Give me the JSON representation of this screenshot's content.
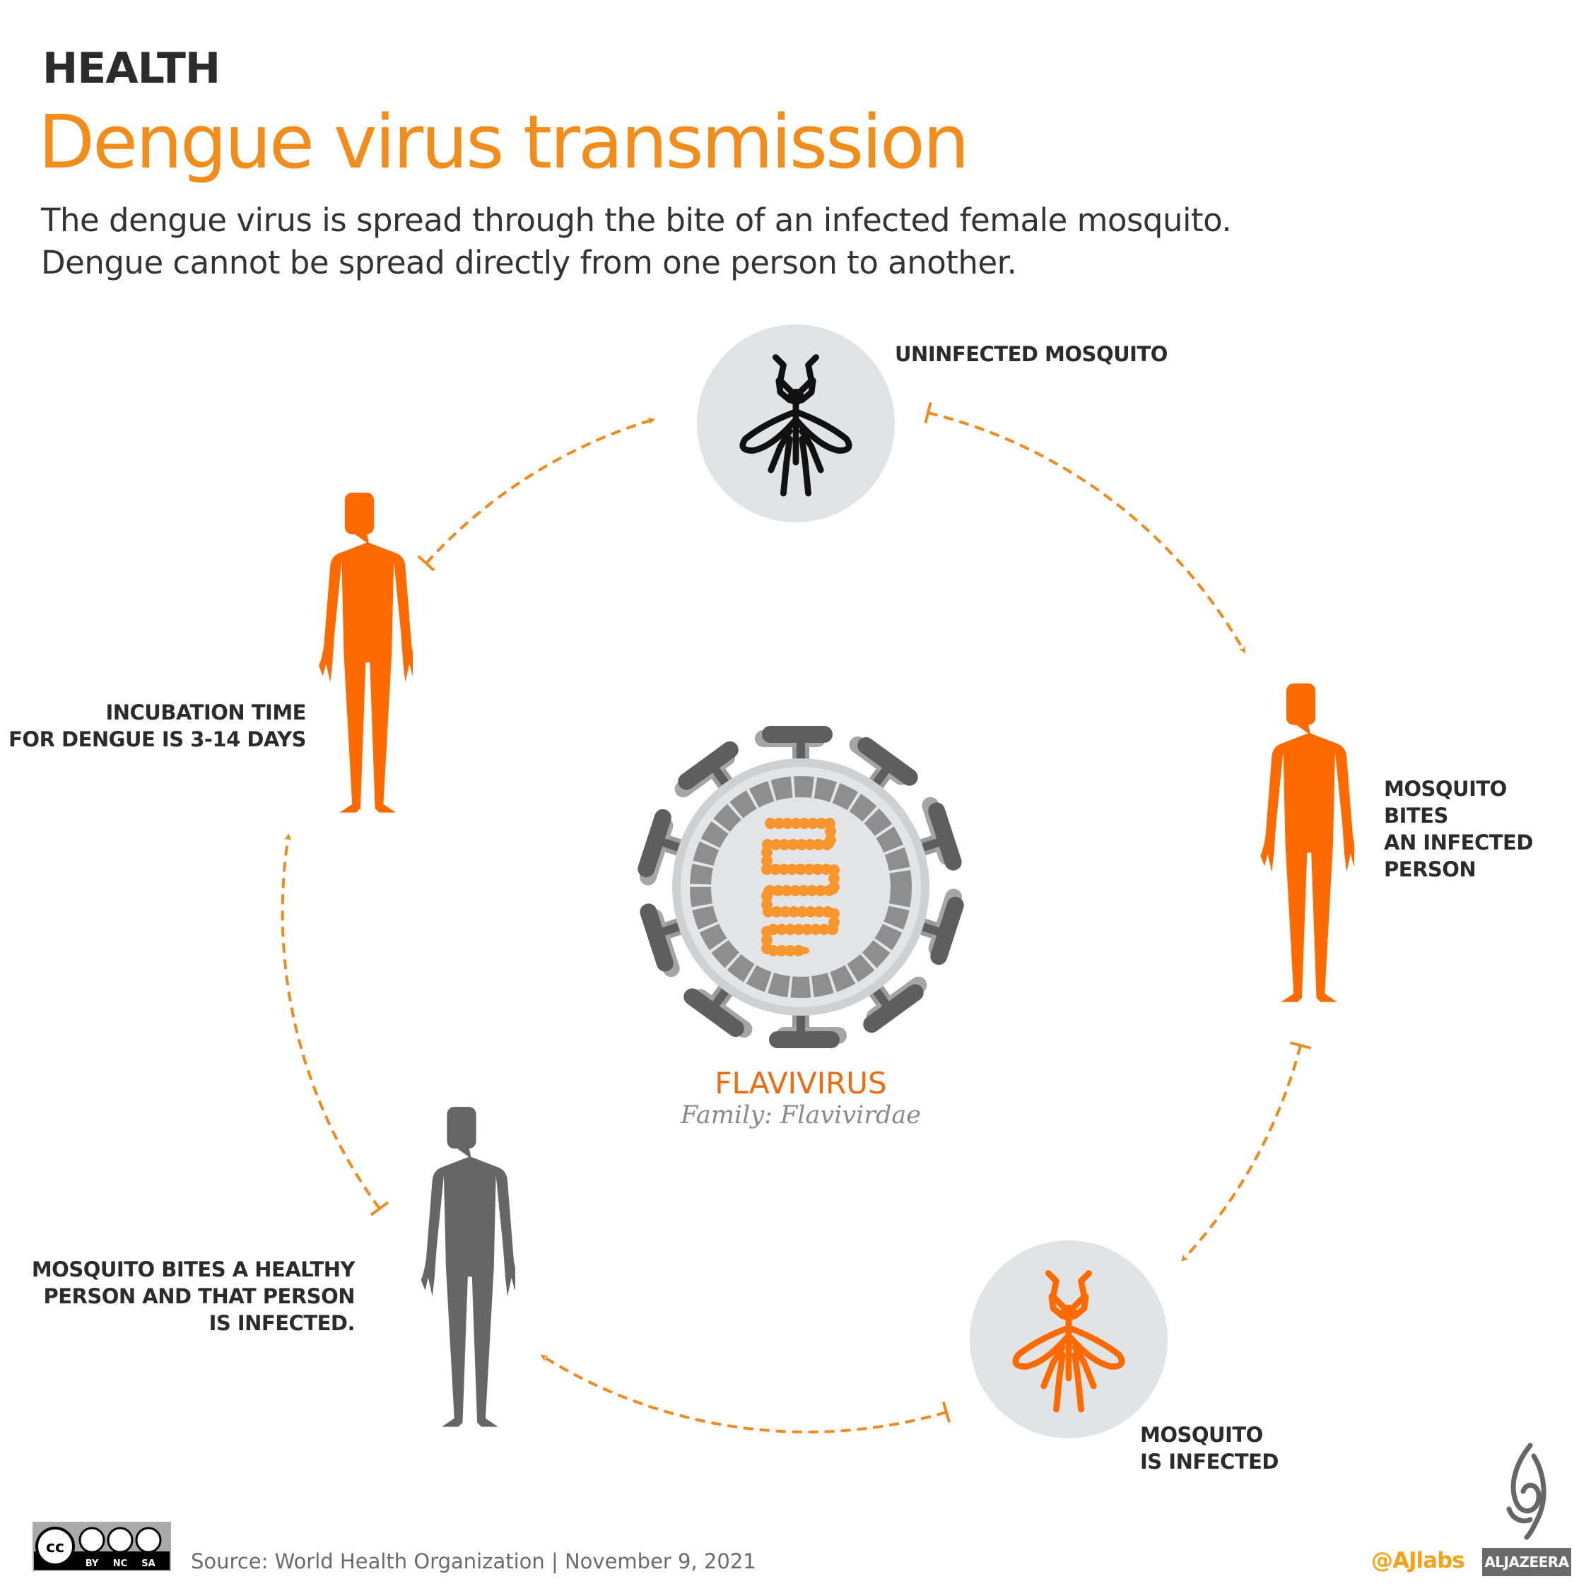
{
  "header": {
    "kicker": "HEALTH",
    "title": "Dengue virus transmission",
    "subtitle_lines": [
      "The dengue virus is spread through the bite of an infected female mosquito.",
      "Dengue cannot be spread directly from one person to another."
    ]
  },
  "cycle": {
    "uninfected_mosquito": [
      "UNINFECTED MOSQUITO"
    ],
    "bites_infected": [
      "MOSQUITO",
      "BITES",
      "AN INFECTED",
      "PERSON"
    ],
    "mosquito_infected": [
      "MOSQUITO",
      "IS INFECTED"
    ],
    "bites_healthy": [
      "MOSQUITO BITES A HEALTHY",
      "PERSON AND THAT PERSON",
      "IS INFECTED."
    ],
    "incubation": [
      "INCUBATION TIME",
      "FOR DENGUE IS 3-14 DAYS"
    ]
  },
  "center": {
    "name": "FLAVIVIRUS",
    "family": "Family: Flavivirdae"
  },
  "footer": {
    "source": "Source: World Health Organization  |  November 9, 2021",
    "license_badge": [
      "cc",
      "BY",
      "NC",
      "SA"
    ],
    "handle": "@AJlabs",
    "brand": "ALJAZEERA"
  },
  "colors": {
    "accent": "#f28c1a",
    "orange_figure": "#ff6a00",
    "gray_figure": "#666666",
    "circle_bg": "#e2e3e5",
    "arrow": "#f08a1c"
  }
}
